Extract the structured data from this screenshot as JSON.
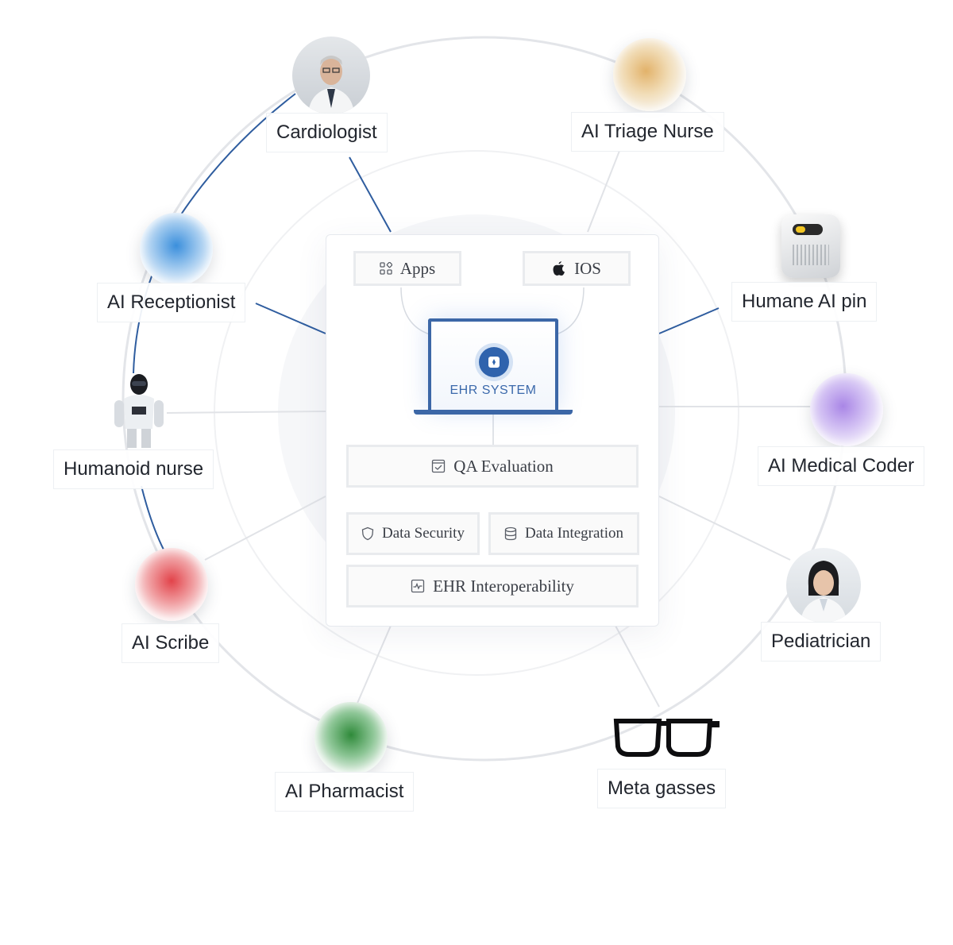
{
  "panel": {
    "apps_label": "Apps",
    "ios_label": "IOS",
    "ehr_label": "EHR SYSTEM",
    "qa_label": "QA Evaluation",
    "security_label": "Data Security",
    "integration_label": "Data Integration",
    "interop_label": "EHR Interoperability"
  },
  "nodes": {
    "cardiologist": "Cardiologist",
    "triage": "AI Triage Nurse",
    "receptionist": "AI Receptionist",
    "humane": "Humane AI pin",
    "humanoid": "Humanoid nurse",
    "coder": "AI Medical Coder",
    "scribe": "AI Scribe",
    "pediatrician": "Pediatrician",
    "pharmacist": "AI Pharmacist",
    "glasses": "Meta gasses"
  },
  "colors": {
    "accent": "#2f5d9f",
    "ring": "#e4e6ea",
    "receptionist_orb": "#3b8fdc",
    "triage_orb": "#e2b26a",
    "coder_orb": "#a986e6",
    "scribe_orb": "#e2434a",
    "pharmacist_orb": "#2f8a3a"
  }
}
